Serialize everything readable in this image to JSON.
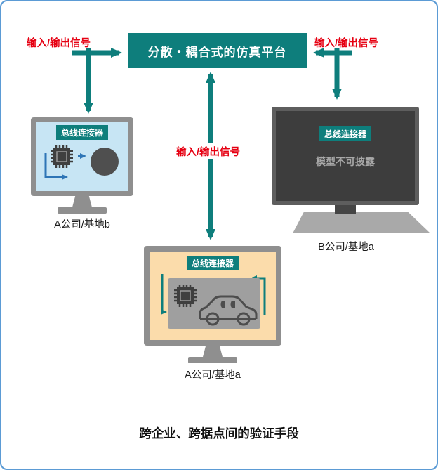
{
  "platform_box": {
    "label": "分散・耦合式的仿真平台"
  },
  "signal_labels": {
    "top_left": "输入/输出信号",
    "top_right": "输入/输出信号",
    "middle": "输入/输出信号"
  },
  "nodes": {
    "left_monitor": {
      "bus_connector": "总线连接器",
      "caption": "A公司/基地b"
    },
    "right_monitor": {
      "bus_connector": "总线连接器",
      "notice": "模型不可披露",
      "caption": "B公司/基地a"
    },
    "bottom_monitor": {
      "bus_connector": "总线连接器",
      "caption": "A公司/基地a"
    }
  },
  "footer": {
    "title": "跨企业、跨据点间的验证手段"
  },
  "colors": {
    "teal": "#0e7e7c",
    "red": "#e60012",
    "border_blue": "#5b9bd5",
    "screen_blue": "#c7e5f4",
    "screen_peach": "#fbdcab",
    "screen_dark": "#3d3d3d",
    "inner_arrow_blue": "#2e75b6"
  }
}
